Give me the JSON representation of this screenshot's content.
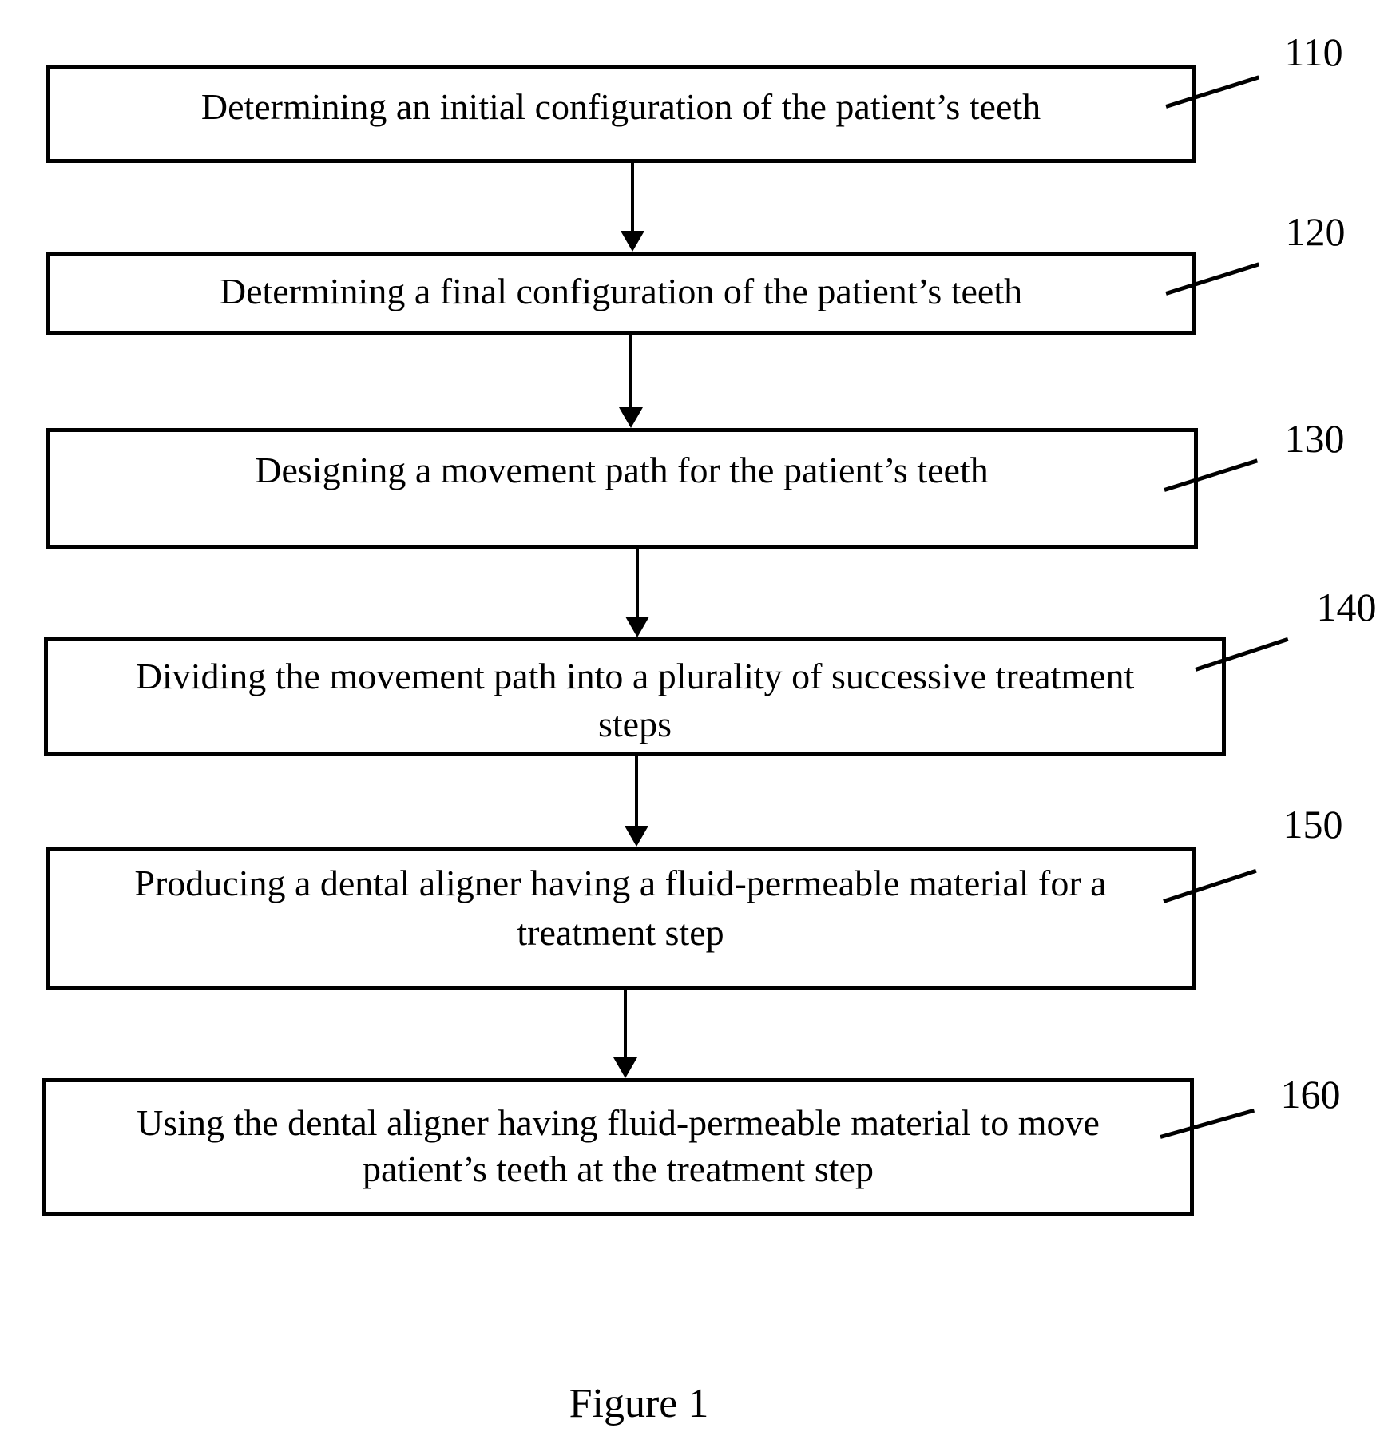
{
  "figure": {
    "caption": "Figure 1",
    "steps": [
      {
        "ref": "110",
        "text": "Determining an initial configuration of the patient’s teeth"
      },
      {
        "ref": "120",
        "text": "Determining a final configuration of the patient’s teeth"
      },
      {
        "ref": "130",
        "text": "Designing a movement path for the patient’s teeth"
      },
      {
        "ref": "140",
        "text": "Dividing the movement path into a plurality of successive treatment steps"
      },
      {
        "ref": "150",
        "text": "Producing a dental aligner having a fluid-permeable material for a treatment step"
      },
      {
        "ref": "160",
        "text": "Using the dental aligner having fluid-permeable material to move patient’s teeth at the treatment step"
      }
    ]
  }
}
